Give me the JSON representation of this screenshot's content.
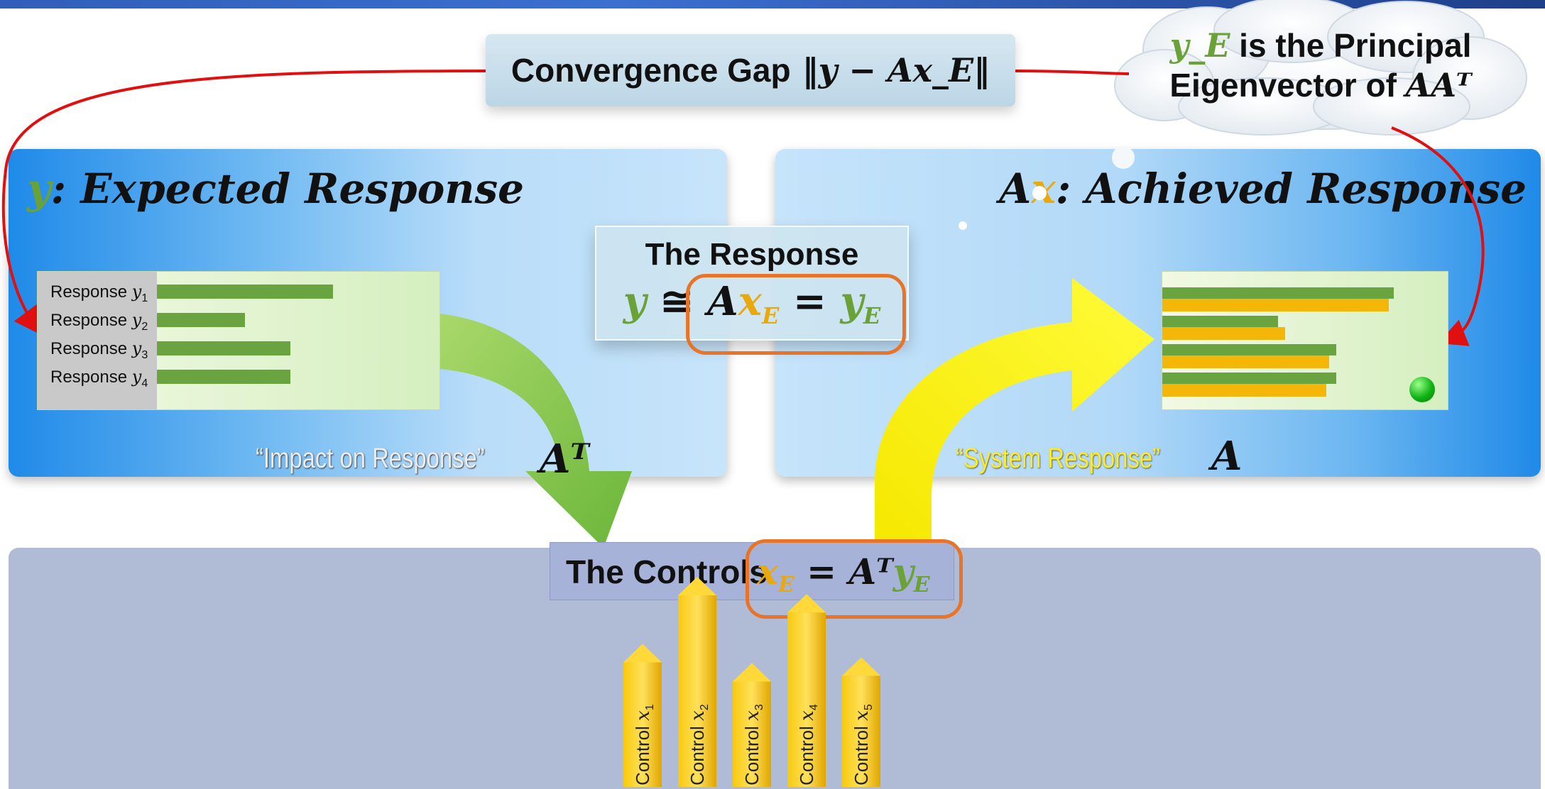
{
  "gap": {
    "label": "Convergence Gap",
    "formula": "‖y − Ax_E‖"
  },
  "cloud": {
    "line1_var": "y_E",
    "line1_text": " is the Principal",
    "line2_text": "Eigenvector of ",
    "line2_math": "AAᵀ"
  },
  "left_panel": {
    "var": "y",
    "title": ": Expected Response"
  },
  "right_panel": {
    "var_a": "A",
    "var_x": "x",
    "title": ": Achieved Response"
  },
  "response": {
    "title": "The Response",
    "eq_y": "y",
    "eq_approx": " ≅ ",
    "eq_A": "A",
    "eq_xE": "x",
    "eq_xE_sub": "E",
    "eq_eq": " = ",
    "eq_yE": "y",
    "eq_yE_sub": "E"
  },
  "left_chart": {
    "rows": [
      {
        "label": "Response ",
        "var": "y",
        "sub": "1",
        "value": 0.62
      },
      {
        "label": "Response ",
        "var": "y",
        "sub": "2",
        "value": 0.31
      },
      {
        "label": "Response ",
        "var": "y",
        "sub": "3",
        "value": 0.47
      },
      {
        "label": "Response ",
        "var": "y",
        "sub": "4",
        "value": 0.47
      }
    ]
  },
  "right_chart": {
    "pairs": [
      {
        "green": 1.0,
        "yellow": 0.98
      },
      {
        "green": 0.5,
        "yellow": 0.53
      },
      {
        "green": 0.75,
        "yellow": 0.72
      },
      {
        "green": 0.75,
        "yellow": 0.71
      }
    ]
  },
  "impact": {
    "label": "“Impact on Response”",
    "math": "Aᵀ"
  },
  "system": {
    "label": "“System Response”",
    "math": "A"
  },
  "controls": {
    "label": "The Controls",
    "eq_x": "x",
    "eq_x_sub": "E",
    "eq_mid": " = Aᵀ",
    "eq_y": "y",
    "eq_y_sub": "E"
  },
  "columns": [
    {
      "label": "Control ",
      "var": "x",
      "sub": "1",
      "height": 0.65
    },
    {
      "label": "Control ",
      "var": "x",
      "sub": "2",
      "height": 1.0
    },
    {
      "label": "Control ",
      "var": "x",
      "sub": "3",
      "height": 0.55
    },
    {
      "label": "Control ",
      "var": "x",
      "sub": "4",
      "height": 0.91
    },
    {
      "label": "Control ",
      "var": "x",
      "sub": "5",
      "height": 0.58
    }
  ],
  "colors": {
    "green": "#6aa441",
    "yellow": "#f5b60a",
    "orange": "#e8742a",
    "red": "#e01010"
  }
}
